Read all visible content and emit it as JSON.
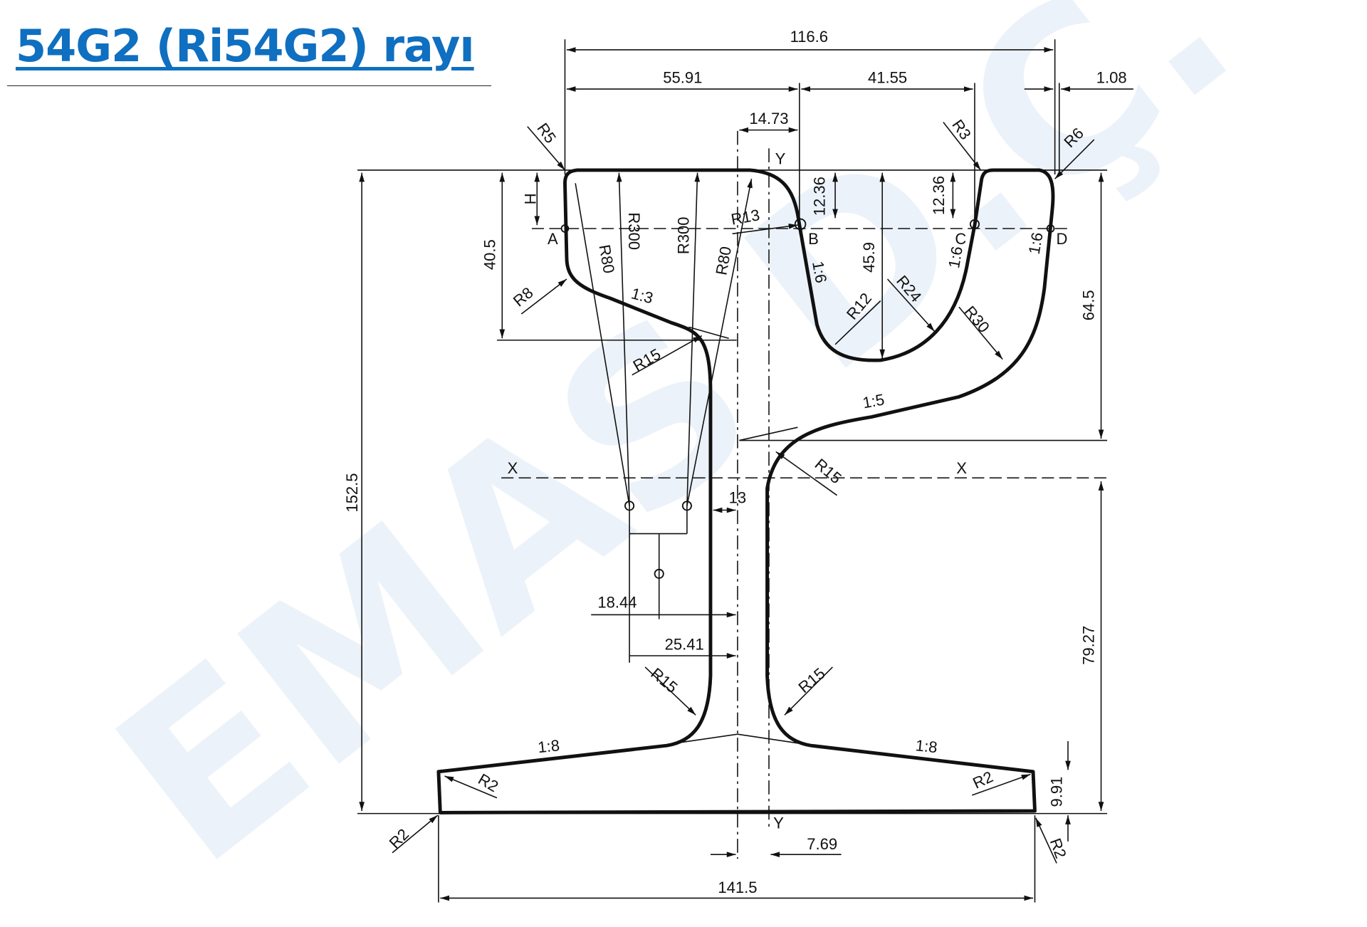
{
  "title": "54G2 (Ri54G2) rayı",
  "watermark": "EMAS D.Ç.",
  "dimensions": {
    "overall_head_width": "116.6",
    "head_left": "55.91",
    "groove_width": "41.55",
    "tip_offset": "1.08",
    "axis_offset": "14.73",
    "r5": "R5",
    "r3": "R3",
    "r6": "R6",
    "y_top": "Y",
    "y_bottom": "Y",
    "h": "H",
    "groove_depth_b": "12.36",
    "groove_depth_c": "12.36",
    "point_a": "A",
    "point_b": "B",
    "point_c": "C",
    "point_d": "D",
    "r300_left": "R300",
    "r300_right": "R300",
    "r13": "R13",
    "r80_left": "R80",
    "r80_right": "R80",
    "head_height": "40.5",
    "slope_b": "1:6",
    "groove_height": "45.9",
    "slope_c": "1:6",
    "slope_d": "1:6",
    "r8": "R8",
    "slope_13": "1:3",
    "r24": "R24",
    "r12": "R12",
    "r30": "R30",
    "head_total_height": "64.5",
    "r15_head": "R15",
    "slope_15": "1:5",
    "x_left": "X",
    "x_right": "X",
    "r15_web_top": "R15",
    "web_thickness": "13",
    "total_height": "152.5",
    "d18_44": "18.44",
    "d25_41": "25.41",
    "foot_to_x": "79.27",
    "r15_web_left": "R15",
    "r15_web_right": "R15",
    "slope_18_left": "1:8",
    "slope_18_right": "1:8",
    "r2_top_left": "R2",
    "r2_top_right": "R2",
    "foot_edge": "9.91",
    "r2_bottom_left": "R2",
    "web_offset": "7.69",
    "r2_bottom_right": "R2",
    "foot_width": "141.5"
  }
}
